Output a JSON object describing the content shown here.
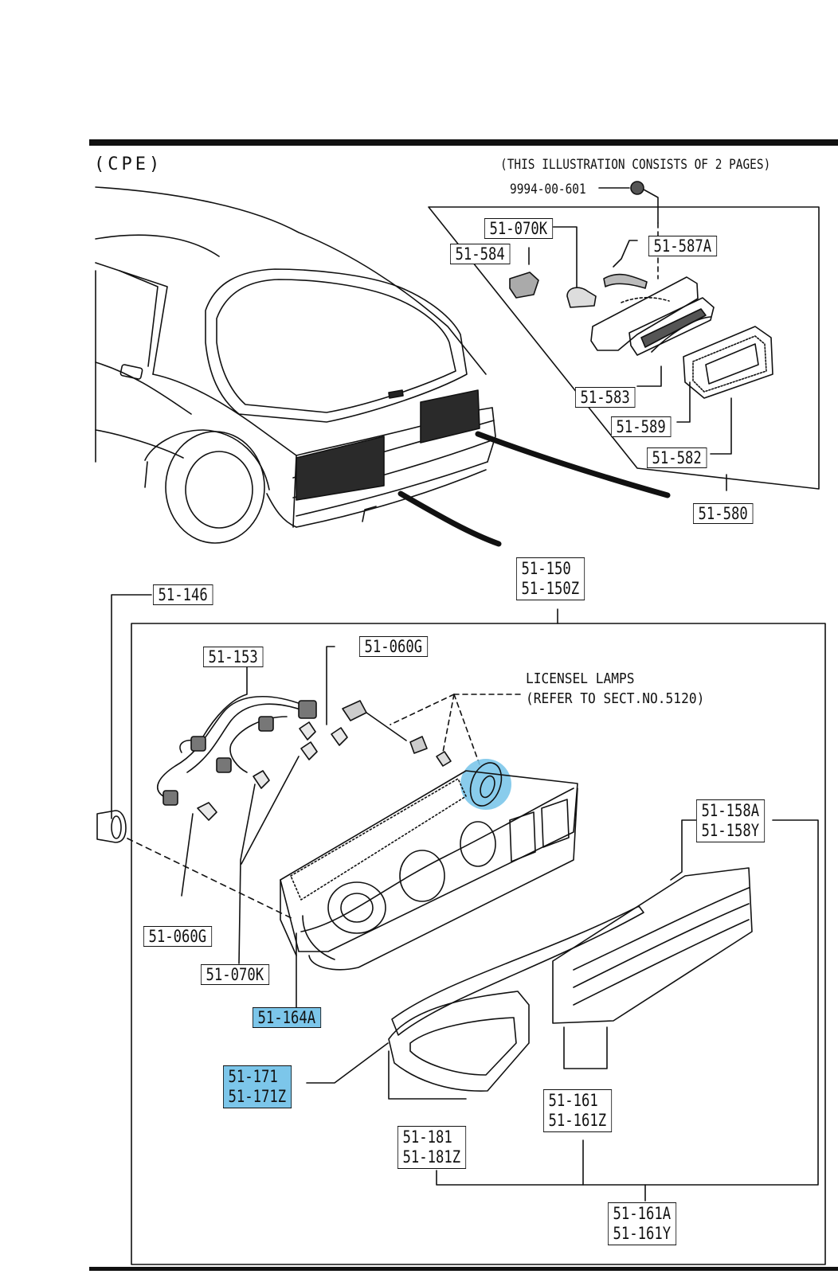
{
  "header": {
    "model_tag": "(CPE)",
    "page_note": "(THIS ILLUSTRATION CONSISTS OF  2 PAGES)"
  },
  "notes": {
    "license_lamps_line1": "LICENSEL LAMPS",
    "license_lamps_line2": "(REFER TO SECT.NO.5120)"
  },
  "parts": {
    "bolt_9994": "9994-00-601",
    "p51_070K_top": "51-070K",
    "p51_584": "51-584",
    "p51_587A": "51-587A",
    "p51_583": "51-583",
    "p51_589": "51-589",
    "p51_582": "51-582",
    "p51_580": "51-580",
    "p51_150": "51-150",
    "p51_150Z": "51-150Z",
    "p51_146": "51-146",
    "p51_153": "51-153",
    "p51_060G_top": "51-060G",
    "p51_158A": "51-158A",
    "p51_158Y": "51-158Y",
    "p51_060G_bottom": "51-060G",
    "p51_070K_bottom": "51-070K",
    "p51_164A": "51-164A",
    "p51_171": "51-171",
    "p51_171Z": "51-171Z",
    "p51_161": "51-161",
    "p51_161Z": "51-161Z",
    "p51_181": "51-181",
    "p51_181Z": "51-181Z",
    "p51_161A": "51-161A",
    "p51_161Y": "51-161Y"
  },
  "colors": {
    "highlight": "#7cc6ea",
    "ink": "#111111"
  }
}
